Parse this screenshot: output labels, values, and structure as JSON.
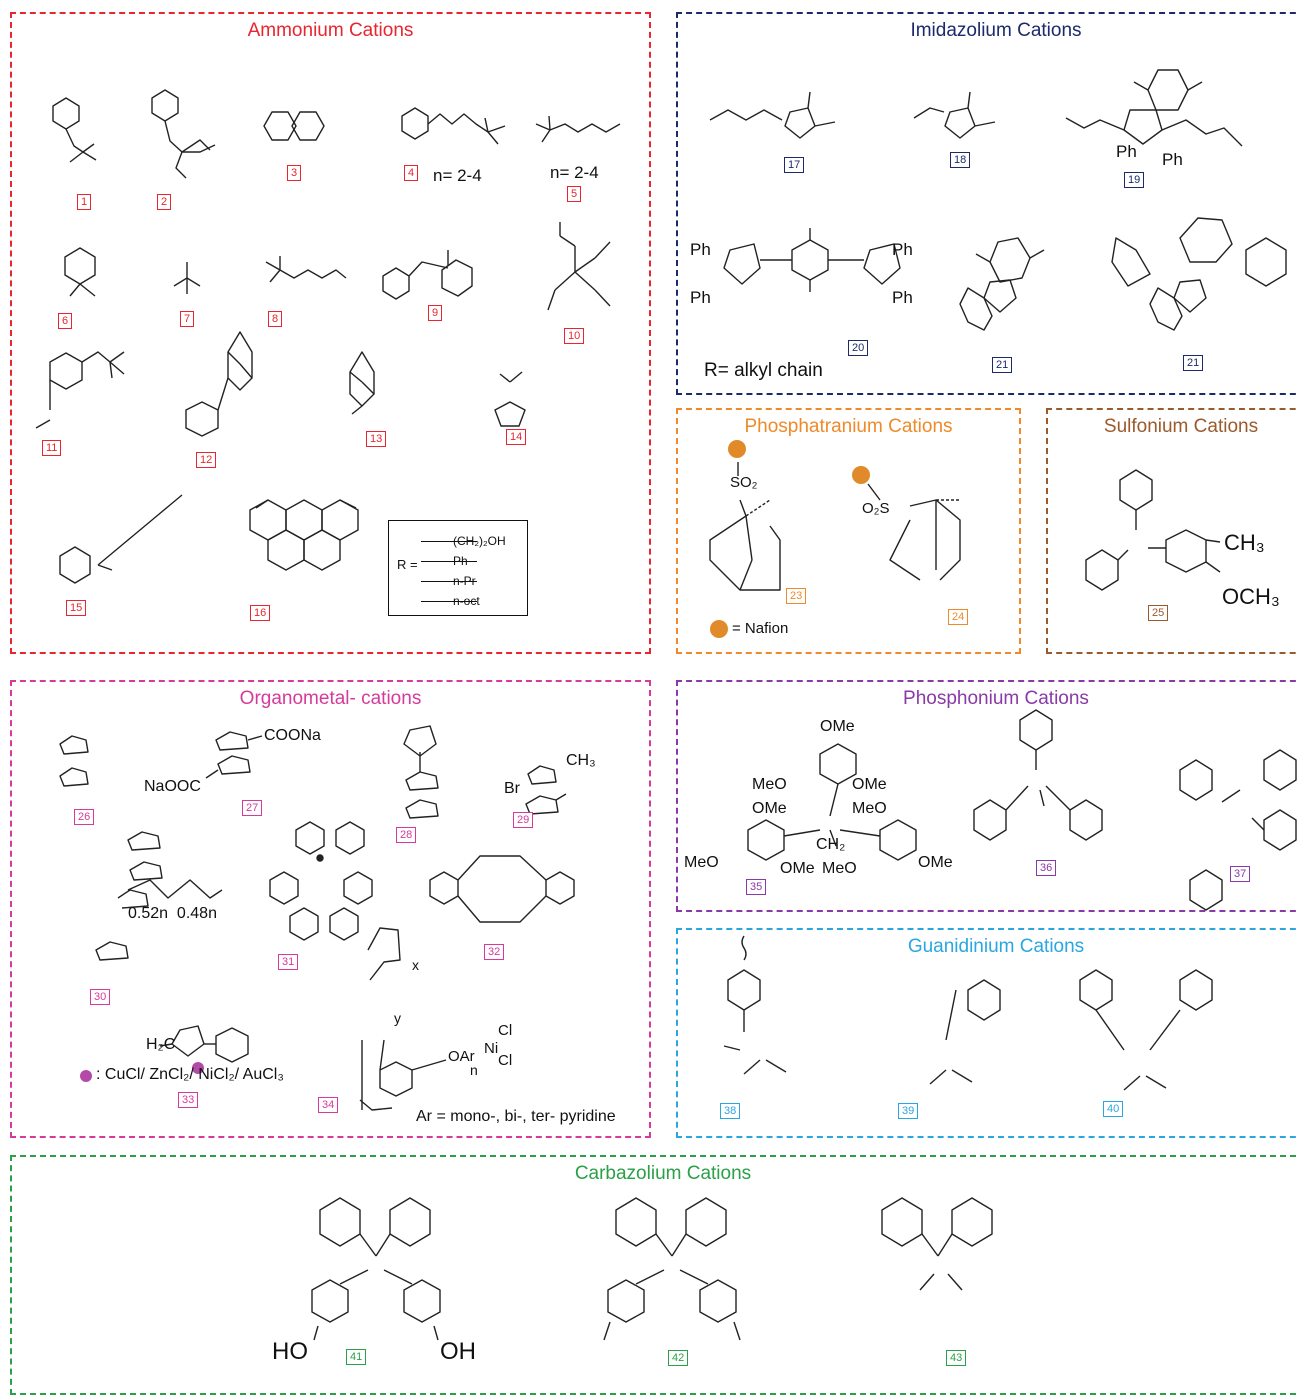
{
  "colors": {
    "ammonium": "#e8262f",
    "imidazolium": "#1c2a6b",
    "phosphatranium": "#ee8a2a",
    "sulfonium": "#9b5a2c",
    "organometal": "#d63a9b",
    "phosphonium": "#8a3aa8",
    "guanidinium": "#2aa6e0",
    "carbazolium": "#2aa048",
    "nafion_dot": "#e08a2a",
    "metal_dot": "#b44aa8"
  },
  "panels": {
    "ammonium": {
      "title": "Ammonium Cations"
    },
    "imidazolium": {
      "title": "Imidazolium Cations"
    },
    "phosphatranium": {
      "title": "Phosphatranium Cations"
    },
    "sulfonium": {
      "title": "Sulfonium Cations"
    },
    "organometal": {
      "title": "Organometal- cations"
    },
    "phosphonium": {
      "title": "Phosphonium Cations"
    },
    "guanidinium": {
      "title": "Guanidinium Cations"
    },
    "carbazolium": {
      "title": "Carbazolium Cations"
    }
  },
  "labels": {
    "c1": "1",
    "c2": "2",
    "c3": "3",
    "c4": "4",
    "c5": "5",
    "c6": "6",
    "c7": "7",
    "c8": "8",
    "c9": "9",
    "c10": "10",
    "c11": "11",
    "c12": "12",
    "c13": "13",
    "c14": "14",
    "c15": "15",
    "c16": "16",
    "c17": "17",
    "c18": "18",
    "c19": "19",
    "c20": "20",
    "c21a": "21",
    "c21b": "21",
    "c23": "23",
    "c24": "24",
    "c25": "25",
    "c26": "26",
    "c27": "27",
    "c28": "28",
    "c29": "29",
    "c30": "30",
    "c31": "31",
    "c32": "32",
    "c33": "33",
    "c34": "34",
    "c35": "35",
    "c36": "36",
    "c37": "37",
    "c38": "38",
    "c39": "39",
    "c40": "40",
    "c41": "41",
    "c42": "42",
    "c43": "43"
  },
  "notes": {
    "n_range_4": "n= 2-4",
    "n_range_5": "n= 2-4",
    "r_alkyl": "R= alkyl chain",
    "nafion_legend": "= Nafion",
    "metal_legend": ": CuCl/ ZnCl₂/ NiCl₂/ AuCl₃",
    "ar_legend": "Ar = mono-, bi-, ter- pyridine",
    "copolymer_ratio": "0.52n  0.48n",
    "r_table_prefix": "R =",
    "r_table": [
      "(CH₂)₂OH",
      "Ph",
      "n-Pr",
      "n-oct"
    ]
  },
  "atoms": {
    "coona": "COONa",
    "naooc": "NaOOC",
    "ch3": "CH₃",
    "och3": "OCH₃",
    "br": "Br",
    "ho": "HO",
    "oh": "OH",
    "ome": "OMe",
    "meo": "MeO",
    "ph": "Ph",
    "so2": "SO₂",
    "o2s": "O₂S",
    "ch2": "CH₂",
    "h2c": "H₂C",
    "oar": "OAr",
    "ni": "Ni",
    "cl": "Cl",
    "x": "x",
    "y": "y",
    "n": "n"
  }
}
